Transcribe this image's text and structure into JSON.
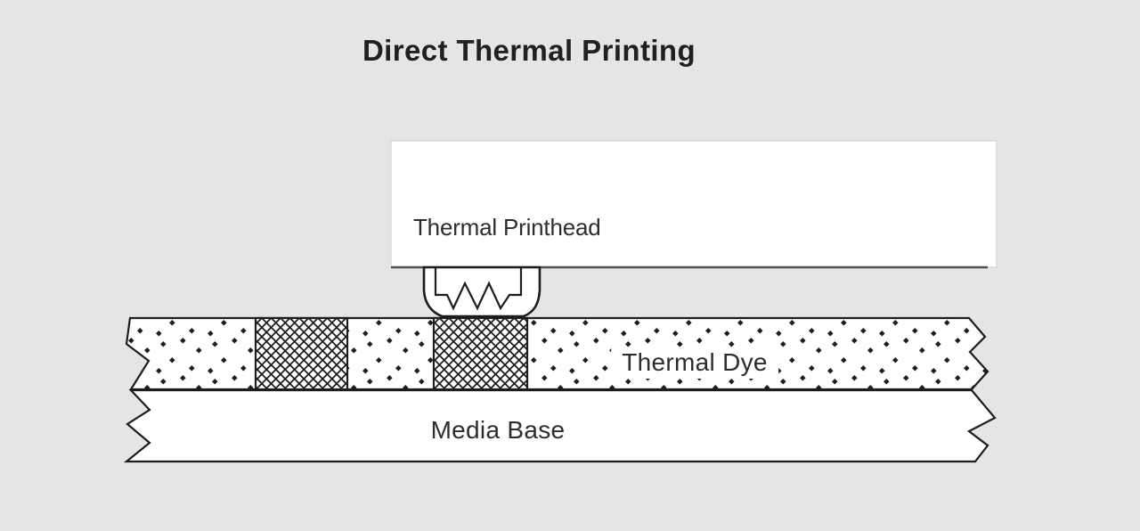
{
  "title": "Direct Thermal Printing",
  "diagram": {
    "printhead_label": "Thermal Printhead",
    "dye_label": "Thermal Dye",
    "media_label": "Media Base"
  },
  "icons": {
    "resistor_zigzag": "heating-element resistor symbol",
    "crosshatch_regions": "activated dye areas",
    "speckle_texture": "thermal dye particles",
    "torn_edges": "continued-media jagged edges"
  },
  "colors": {
    "background": "#e4e5e7",
    "ink": "#1d1d1b",
    "layer-fill": "#ffffff",
    "text": "#2b2d2f",
    "title-text": "#231f20",
    "box-border": "#cdced0",
    "box-bottom-edge": "#4f5052"
  }
}
